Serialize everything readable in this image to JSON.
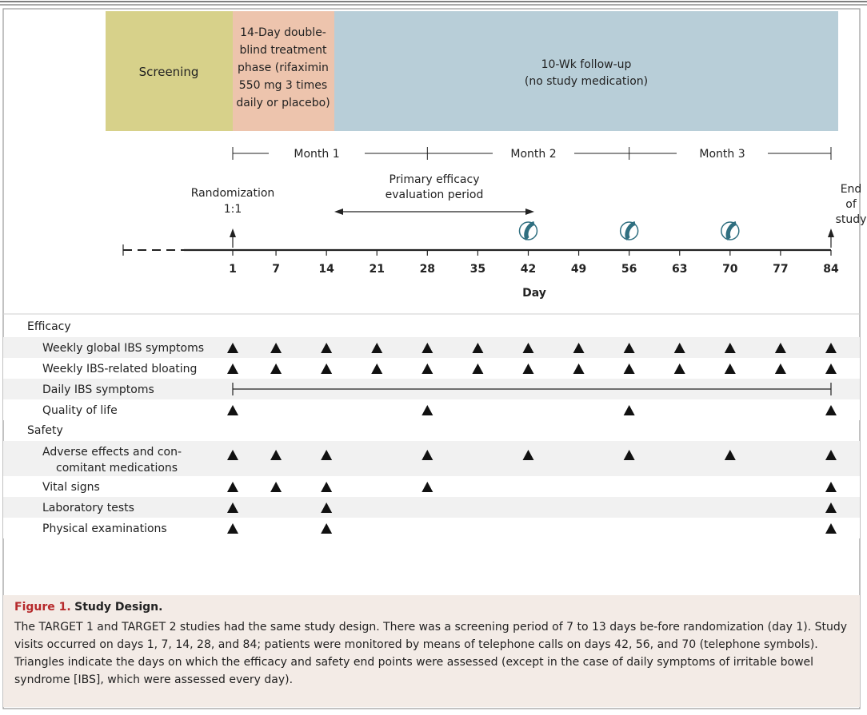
{
  "phases": {
    "screening": "Screening",
    "treatment": [
      "14-Day double-",
      "blind treatment",
      "phase (rifaximin",
      "550 mg 3 times",
      "daily or placebo)"
    ],
    "followup": [
      "10-Wk follow-up",
      "(no study medication)"
    ],
    "colors": {
      "screening": "#d7d18a",
      "treatment": "#edc4ad",
      "followup": "#b8ced8"
    }
  },
  "months": [
    "Month 1",
    "Month 2",
    "Month 3"
  ],
  "randomization": [
    "Randomization",
    "1:1"
  ],
  "primary_efficacy": [
    "Primary efficacy",
    "evaluation period"
  ],
  "end_of_study": [
    "End",
    "of",
    "study"
  ],
  "days": [
    "1",
    "7",
    "14",
    "21",
    "28",
    "35",
    "42",
    "49",
    "56",
    "63",
    "70",
    "77",
    "84"
  ],
  "telephone_days": [
    "42",
    "56",
    "70"
  ],
  "day_label": "Day",
  "sections": [
    {
      "label": "Efficacy",
      "rows": [
        {
          "label": [
            "Weekly global IBS symptoms"
          ],
          "days": [
            "1",
            "7",
            "14",
            "21",
            "28",
            "35",
            "42",
            "49",
            "56",
            "63",
            "70",
            "77",
            "84"
          ]
        },
        {
          "label": [
            "Weekly IBS-related bloating"
          ],
          "days": [
            "1",
            "7",
            "14",
            "21",
            "28",
            "35",
            "42",
            "49",
            "56",
            "63",
            "70",
            "77",
            "84"
          ]
        },
        {
          "label": [
            "Daily IBS symptoms"
          ],
          "range": [
            "1",
            "84"
          ]
        },
        {
          "label": [
            "Quality of life"
          ],
          "days": [
            "1",
            "28",
            "56",
            "84"
          ]
        }
      ]
    },
    {
      "label": "Safety",
      "rows": [
        {
          "label": [
            "Adverse effects and con-",
            "comitant medications"
          ],
          "days": [
            "1",
            "7",
            "14",
            "28",
            "42",
            "56",
            "70",
            "84"
          ]
        },
        {
          "label": [
            "Vital signs"
          ],
          "days": [
            "1",
            "7",
            "14",
            "28",
            "84"
          ]
        },
        {
          "label": [
            "Laboratory tests"
          ],
          "days": [
            "1",
            "14",
            "84"
          ]
        },
        {
          "label": [
            "Physical examinations"
          ],
          "days": [
            "1",
            "14",
            "84"
          ]
        }
      ]
    }
  ],
  "caption": {
    "label": "Figure 1.",
    "title": "Study Design.",
    "body": "The TARGET 1 and TARGET 2 studies had the same study design. There was a screening period of 7 to 13 days be-fore randomization (day 1). Study visits occurred on days 1, 7, 14, 28, and 84; patients were monitored by means of telephone calls on days 42, 56, and 70 (telephone symbols). Triangles indicate the days on which the efficacy and safety end points were assessed (except in the case of daily symptoms of irritable bowel syndrome [IBS], which were assessed every day)."
  }
}
